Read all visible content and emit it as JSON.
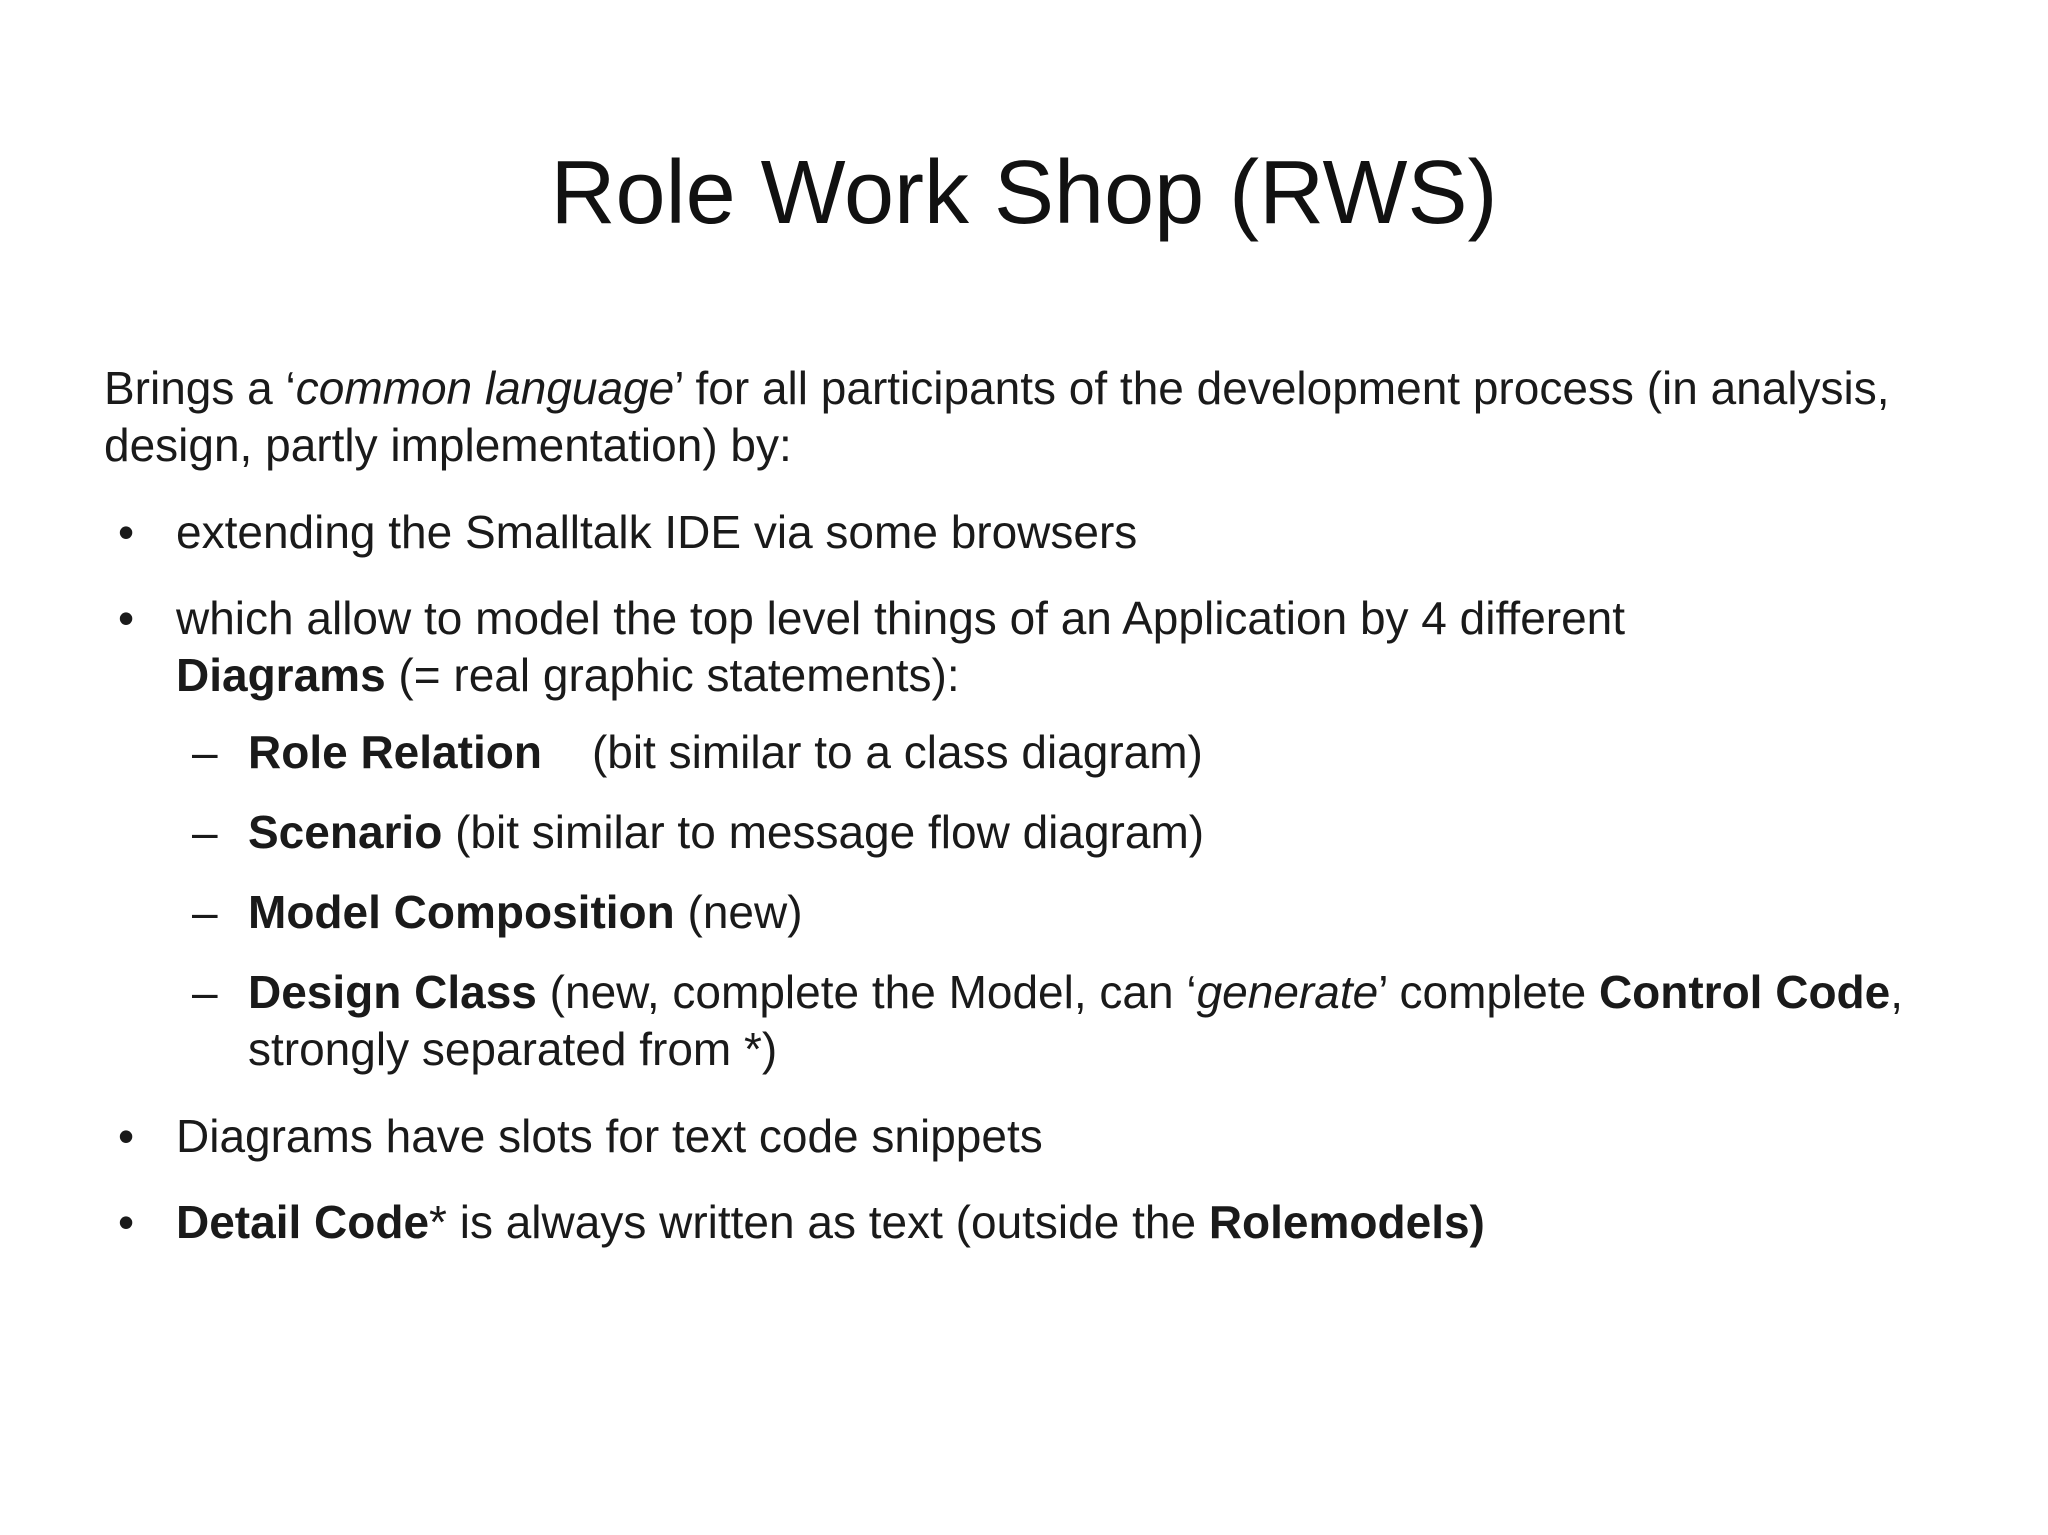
{
  "slide": {
    "title": "Role Work Shop (RWS)",
    "intro": {
      "pre": "Brings a ‘",
      "em": "common language",
      "post": "’ for all participants of the development process (in analysis, design, partly implementation) by:"
    },
    "bullet_symbol": "•",
    "dash_symbol": "–",
    "bullets": [
      {
        "text": "extending the Smalltalk IDE via some browsers"
      },
      {
        "text": "which allow to model the top level things of an Application by 4 different",
        "bold": "Diagrams",
        "tail": " (= real graphic statements):"
      }
    ],
    "sub_items": [
      {
        "bold": "Role Relation",
        "text": "(bit similar to a class diagram)"
      },
      {
        "bold": "Scenario",
        "text": " (bit similar to message flow diagram)"
      },
      {
        "bold": "Model Composition",
        "text": " (new)"
      },
      {
        "bold": "Design Class",
        "text": " (new, complete the Model, can ‘",
        "em": "generate",
        "text2": "’ complete ",
        "bold2": "Control Code",
        "text3": ", strongly separated from *)"
      }
    ],
    "bullets_after": [
      {
        "text": "Diagrams have slots for text code snippets"
      },
      {
        "bold": "Detail Code",
        "text": "* is always written as text (outside the ",
        "bold2": "Rolemodels)"
      }
    ]
  }
}
